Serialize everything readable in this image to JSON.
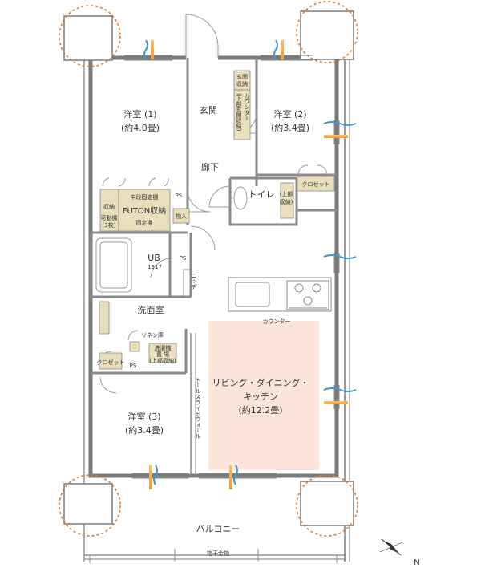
{
  "rooms": {
    "western_room_1": "洋室 (1)",
    "western_room_1_size": "(約4.0畳)",
    "western_room_2": "洋室 (2)",
    "western_room_2_size": "(約3.4畳)",
    "western_room_3": "洋室 (3)",
    "western_room_3_size": "(約3.4畳)",
    "entrance": "玄関",
    "hallway": "廊下",
    "toilet": "トイレ",
    "unit_bath": "UB",
    "unit_bath_size": "1317",
    "washroom": "洗面室",
    "ldk_line1": "リビング・ダイニング・",
    "ldk_line2": "キッチン",
    "ldk_size": "(約12.2畳)",
    "balcony": "バルコニー"
  },
  "storage": {
    "closet_toilet": "クロゼット",
    "closet_wash": "クロゼット",
    "shoes_storage_1": "玄関",
    "shoes_storage_2": "収納",
    "counter_entrance": "カウンター",
    "counter_entrance_sub": "(下部玄関収納)",
    "toilet_storage_1": "(上部",
    "toilet_storage_2": "収納)",
    "shoulder_shelf": "中段固定棚",
    "futon_storage": "FUTON収納",
    "fixed_shelf": "固定棚",
    "storage_label": "収納",
    "movable_shelf": "可動棚",
    "movable_shelf_count": "(3枚)",
    "monoire": "物入",
    "linen": "リネン庫",
    "washer_1": "洗濯機",
    "washer_2": "置 場",
    "washer_3": "(上部収納)",
    "niche": "ニッチ",
    "kitchen_counter": "カウンター",
    "tall_slide_wall": "トールスライドウォール",
    "laundry_hardware": "物干金物"
  },
  "markers": {
    "ps_1": "PS",
    "ps_2": "PS",
    "ps_3": "PS"
  },
  "compass": {
    "label": "N"
  },
  "colors": {
    "wall": "#7a7a7a",
    "storage_fill": "#e9dfbd",
    "ldk_fill": "#fbe4d9",
    "pillar_circle": "#e07a2a",
    "vent_blue": "#3a9ac9",
    "vent_orange": "#f19a32"
  }
}
